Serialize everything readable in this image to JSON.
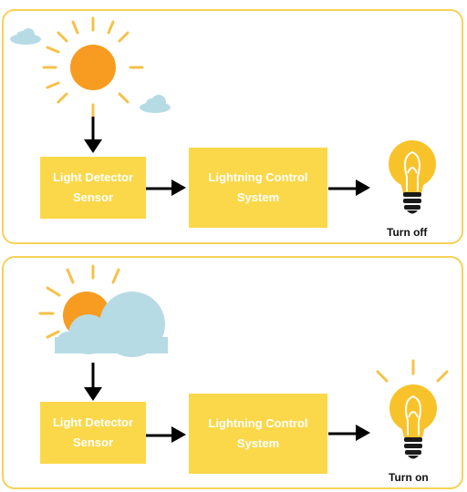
{
  "colors": {
    "panel_border": "#f6d15a",
    "box_fill": "#fbd84a",
    "box_text": "#ffffff",
    "sun": "#f79c20",
    "sun_rays": "#f6c14a",
    "cloud": "#b7dbe4",
    "bulb": "#f8c32a",
    "bulb_base": "#1a1a1a",
    "arrow": "#000000"
  },
  "scenarios": [
    {
      "condition_icon": "sun-icon",
      "detector": {
        "line1": "Light Detector",
        "line2": "Sensor"
      },
      "controller": {
        "line1": "Lightning Control",
        "line2": "System"
      },
      "bulb_icon": "light-bulb-off-icon",
      "result": "Turn off"
    },
    {
      "condition_icon": "sun-behind-cloud-icon",
      "detector": {
        "line1": "Light Detector",
        "line2": "Sensor"
      },
      "controller": {
        "line1": "Lightning Control",
        "line2": "System"
      },
      "bulb_icon": "light-bulb-on-icon",
      "result": "Turn on"
    }
  ]
}
